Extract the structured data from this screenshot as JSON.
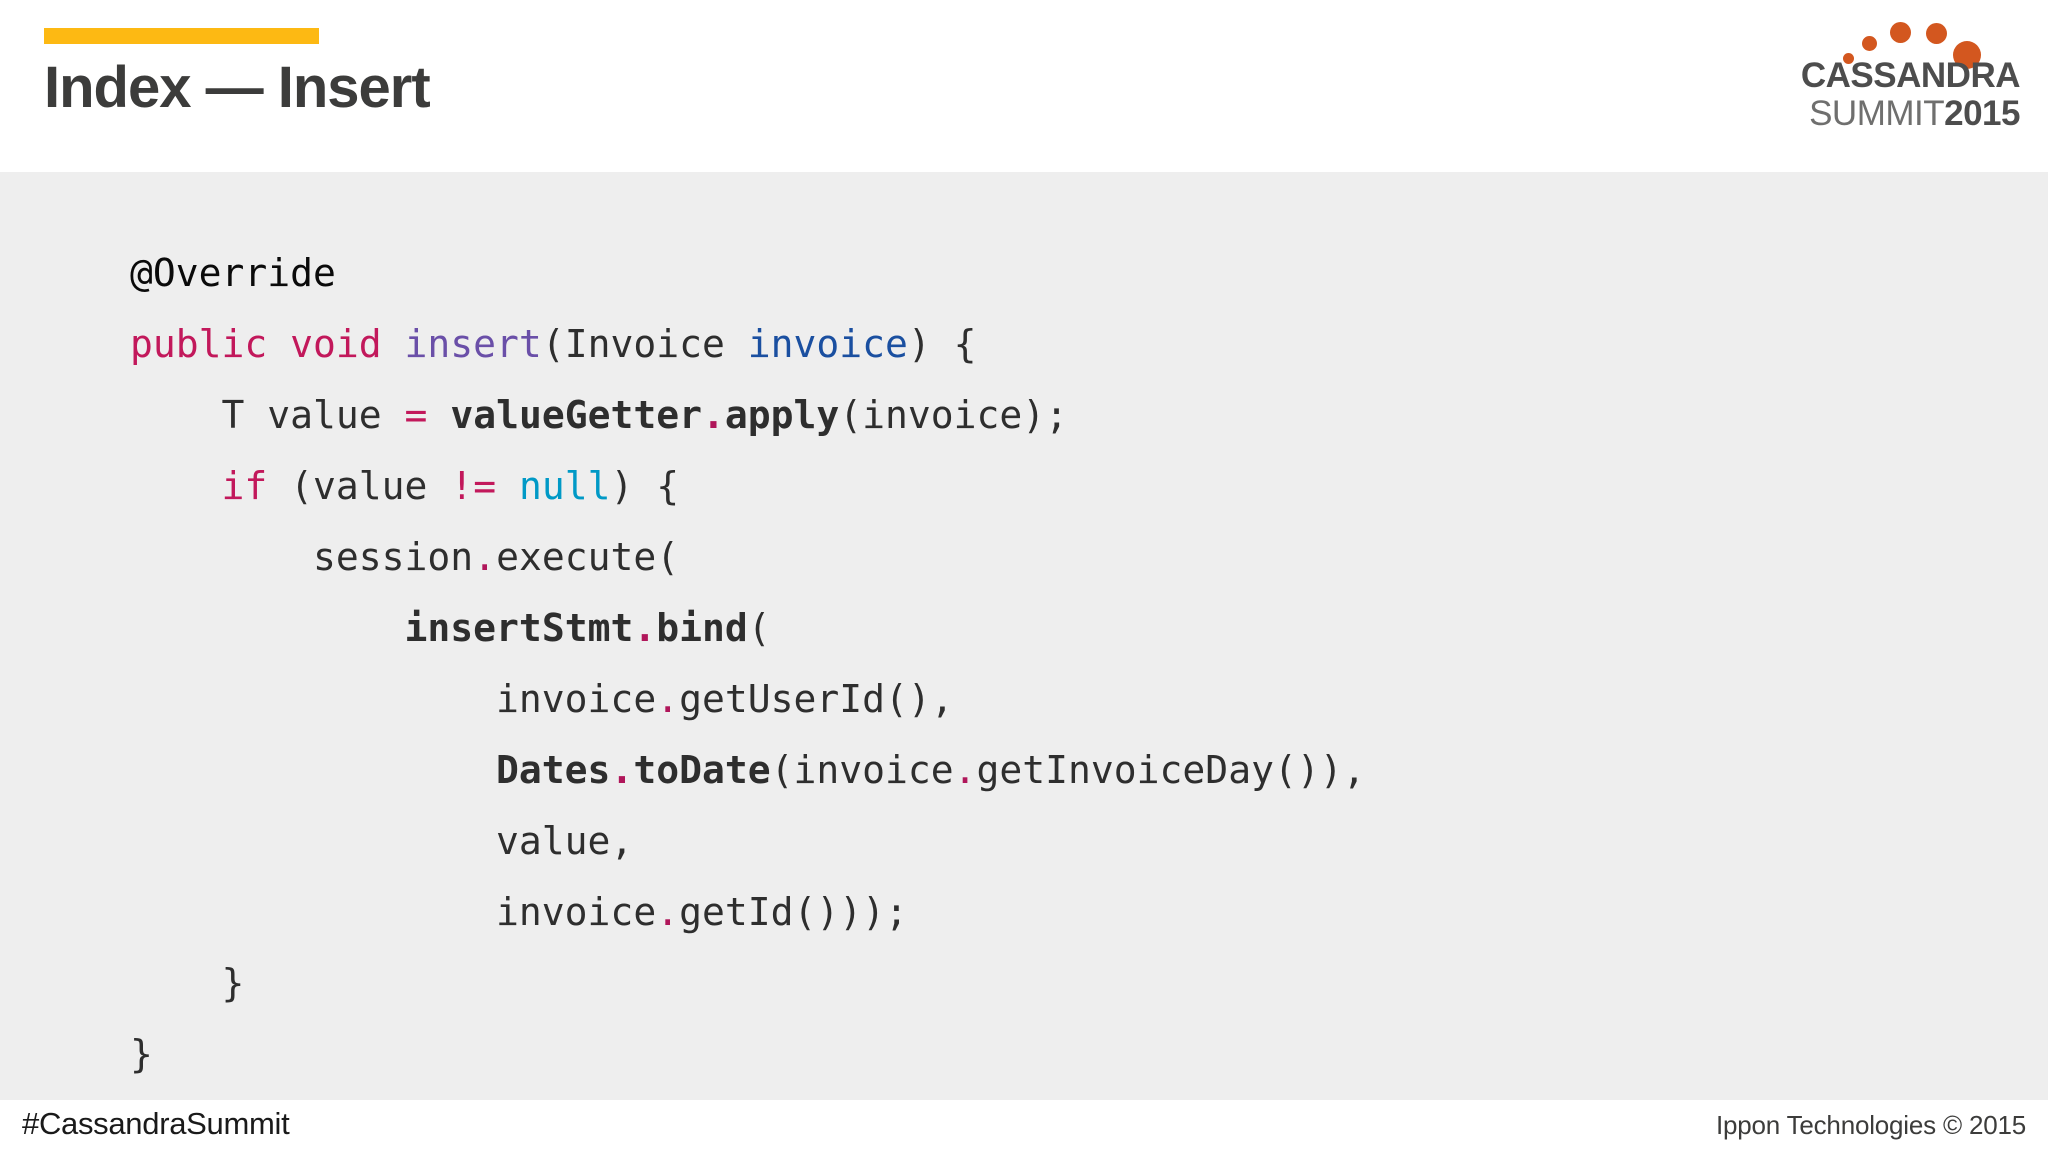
{
  "slide": {
    "title": "Index — Insert",
    "accent_bar_color": "#fdb913",
    "title_color": "#3c3c3b",
    "code_background": "#eeeeee"
  },
  "logo": {
    "word_top": "CASSANDRA",
    "word_bottom": "SUMMIT",
    "year": "2015",
    "dot_color": "#d3571f",
    "text_color": "#4d4d4d"
  },
  "footer": {
    "left": "#CassandraSummit",
    "right": "Ippon Technologies © 2015"
  },
  "code": {
    "language": "java",
    "lines": [
      {
        "indent": 0,
        "tokens": [
          {
            "t": "@Override",
            "c": "black"
          }
        ]
      },
      {
        "indent": 0,
        "tokens": [
          {
            "t": "public void ",
            "c": "kw"
          },
          {
            "t": "insert",
            "c": "method"
          },
          {
            "t": "(Invoice ",
            "c": "plain"
          },
          {
            "t": "invoice",
            "c": "param"
          },
          {
            "t": ") {",
            "c": "plain"
          }
        ]
      },
      {
        "indent": 1,
        "tokens": [
          {
            "t": "T value ",
            "c": "plain"
          },
          {
            "t": "=",
            "c": "kw"
          },
          {
            "t": " ",
            "c": "plain"
          },
          {
            "t": "valueGetter",
            "c": "bold"
          },
          {
            "t": ".",
            "c": "dot-bold"
          },
          {
            "t": "apply",
            "c": "bold"
          },
          {
            "t": "(invoice);",
            "c": "plain"
          }
        ]
      },
      {
        "indent": 1,
        "tokens": [
          {
            "t": "if",
            "c": "kw"
          },
          {
            "t": " (value ",
            "c": "plain"
          },
          {
            "t": "!=",
            "c": "kw"
          },
          {
            "t": " ",
            "c": "plain"
          },
          {
            "t": "null",
            "c": "null"
          },
          {
            "t": ") {",
            "c": "plain"
          }
        ]
      },
      {
        "indent": 2,
        "tokens": [
          {
            "t": "session",
            "c": "plain"
          },
          {
            "t": ".",
            "c": "dot"
          },
          {
            "t": "execute(",
            "c": "plain"
          }
        ]
      },
      {
        "indent": 3,
        "tokens": [
          {
            "t": "insertStmt",
            "c": "bold"
          },
          {
            "t": ".",
            "c": "dot-bold"
          },
          {
            "t": "bind",
            "c": "bold"
          },
          {
            "t": "(",
            "c": "plain"
          }
        ]
      },
      {
        "indent": 4,
        "tokens": [
          {
            "t": "invoice",
            "c": "plain"
          },
          {
            "t": ".",
            "c": "dot"
          },
          {
            "t": "getUserId(),",
            "c": "plain"
          }
        ]
      },
      {
        "indent": 4,
        "tokens": [
          {
            "t": "Dates",
            "c": "bold"
          },
          {
            "t": ".",
            "c": "dot-bold"
          },
          {
            "t": "toDate",
            "c": "bold"
          },
          {
            "t": "(invoice",
            "c": "plain"
          },
          {
            "t": ".",
            "c": "dot"
          },
          {
            "t": "getInvoiceDay()),",
            "c": "plain"
          }
        ]
      },
      {
        "indent": 4,
        "tokens": [
          {
            "t": "value,",
            "c": "plain"
          }
        ]
      },
      {
        "indent": 4,
        "tokens": [
          {
            "t": "invoice",
            "c": "plain"
          },
          {
            "t": ".",
            "c": "dot"
          },
          {
            "t": "getId()));",
            "c": "plain"
          }
        ]
      },
      {
        "indent": 1,
        "tokens": [
          {
            "t": "}",
            "c": "plain"
          }
        ]
      },
      {
        "indent": 0,
        "tokens": [
          {
            "t": "}",
            "c": "plain"
          }
        ]
      }
    ],
    "colors": {
      "plain": "#2e2e2e",
      "black": "#0a0a0a",
      "keyword": "#c2185b",
      "method": "#6a4fa8",
      "parameter": "#1a4fa0",
      "null": "#0099c6",
      "dot": "#b0165a"
    }
  }
}
